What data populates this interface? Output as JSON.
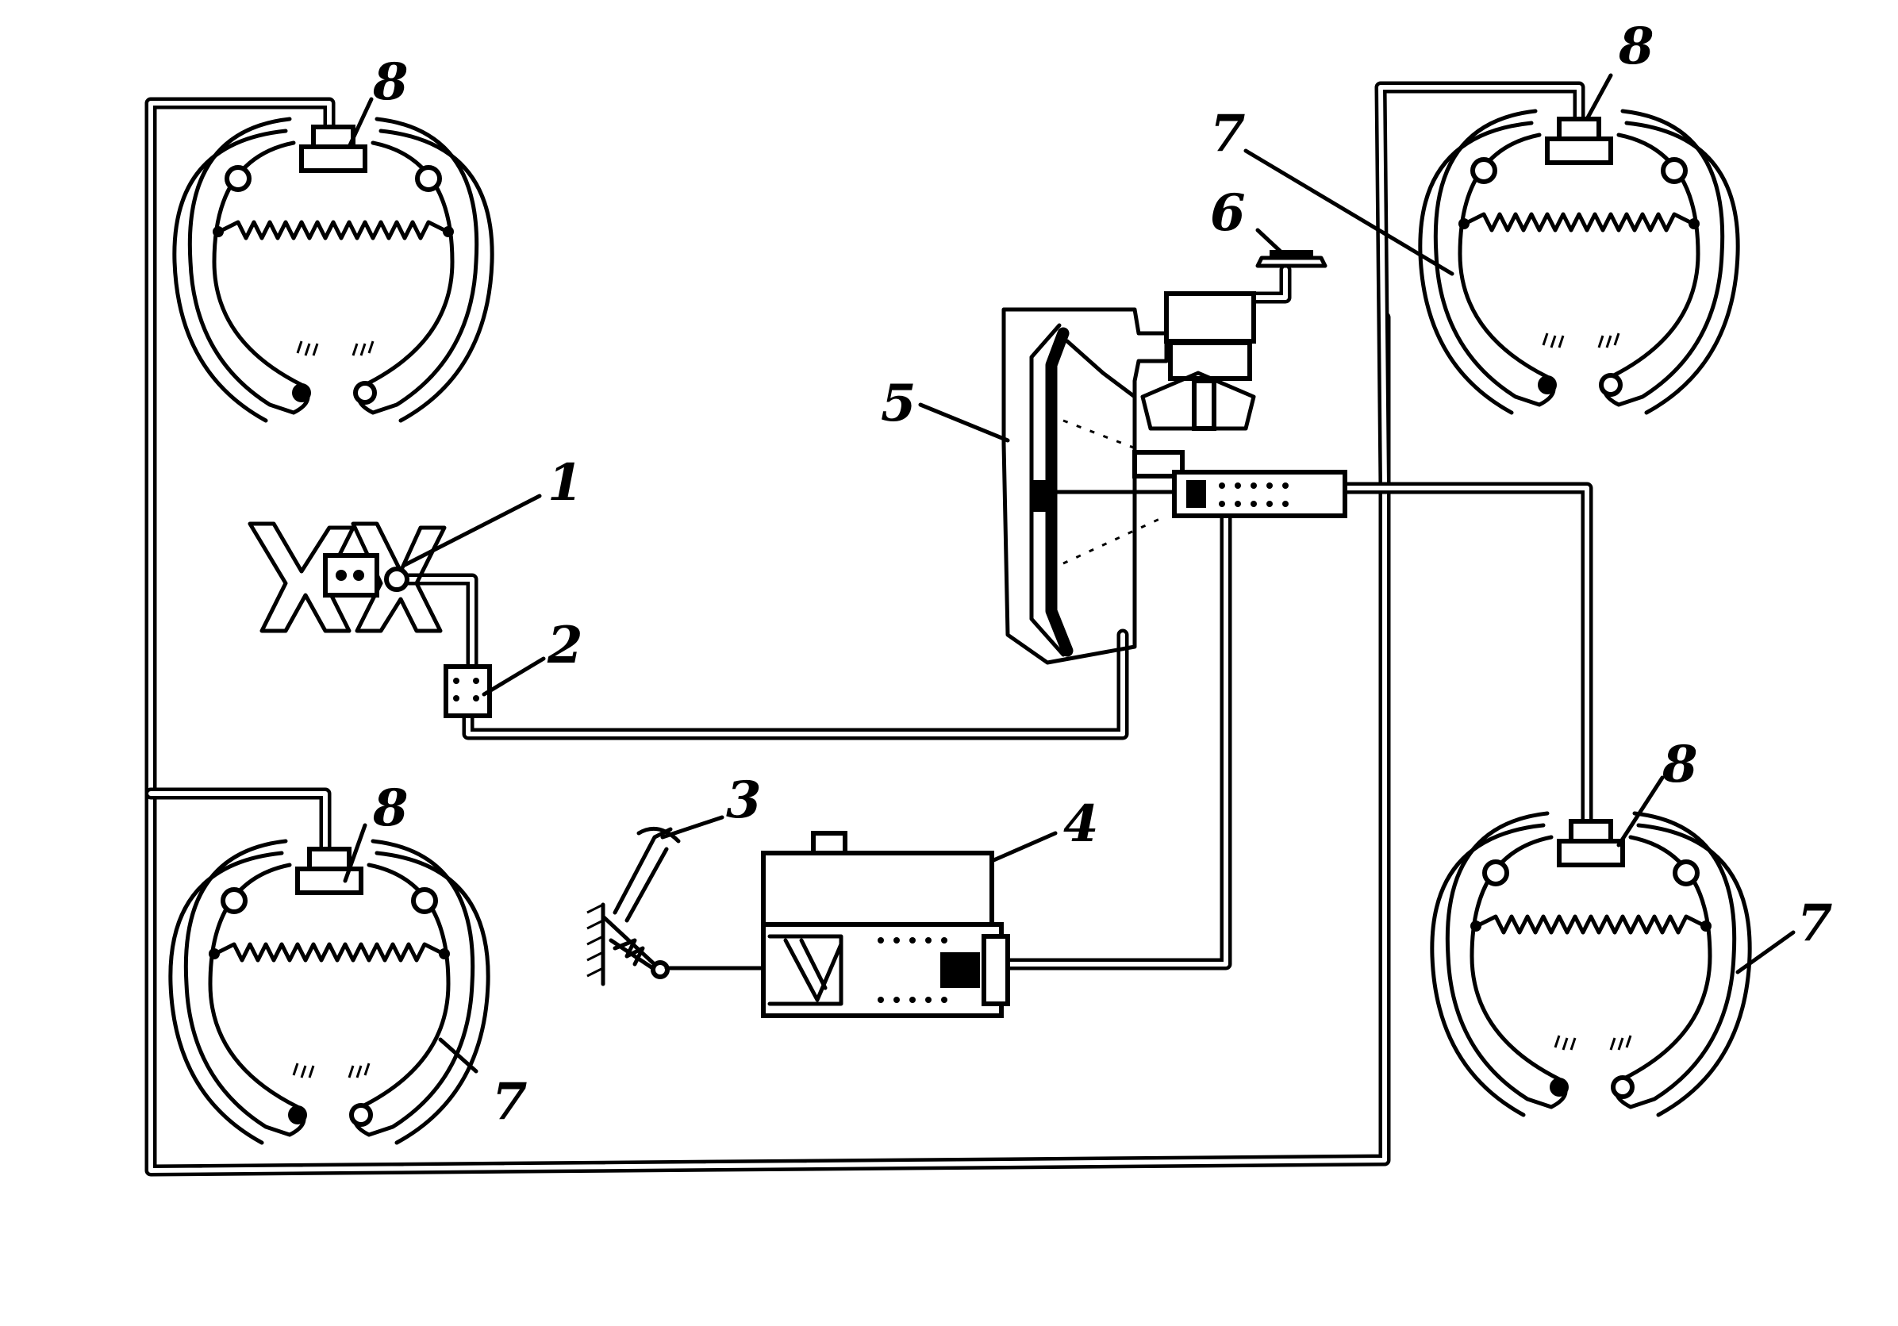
{
  "labels": {
    "l1": "1",
    "l2": "2",
    "l3": "3",
    "l4": "4",
    "l5": "5",
    "l6": "6",
    "l7_top_right": "7",
    "l7_bottom_left": "7",
    "l7_bottom_right": "7",
    "l8_top_left": "8",
    "l8_top_right": "8",
    "l8_bottom_left": "8",
    "l8_bottom_right": "8"
  }
}
